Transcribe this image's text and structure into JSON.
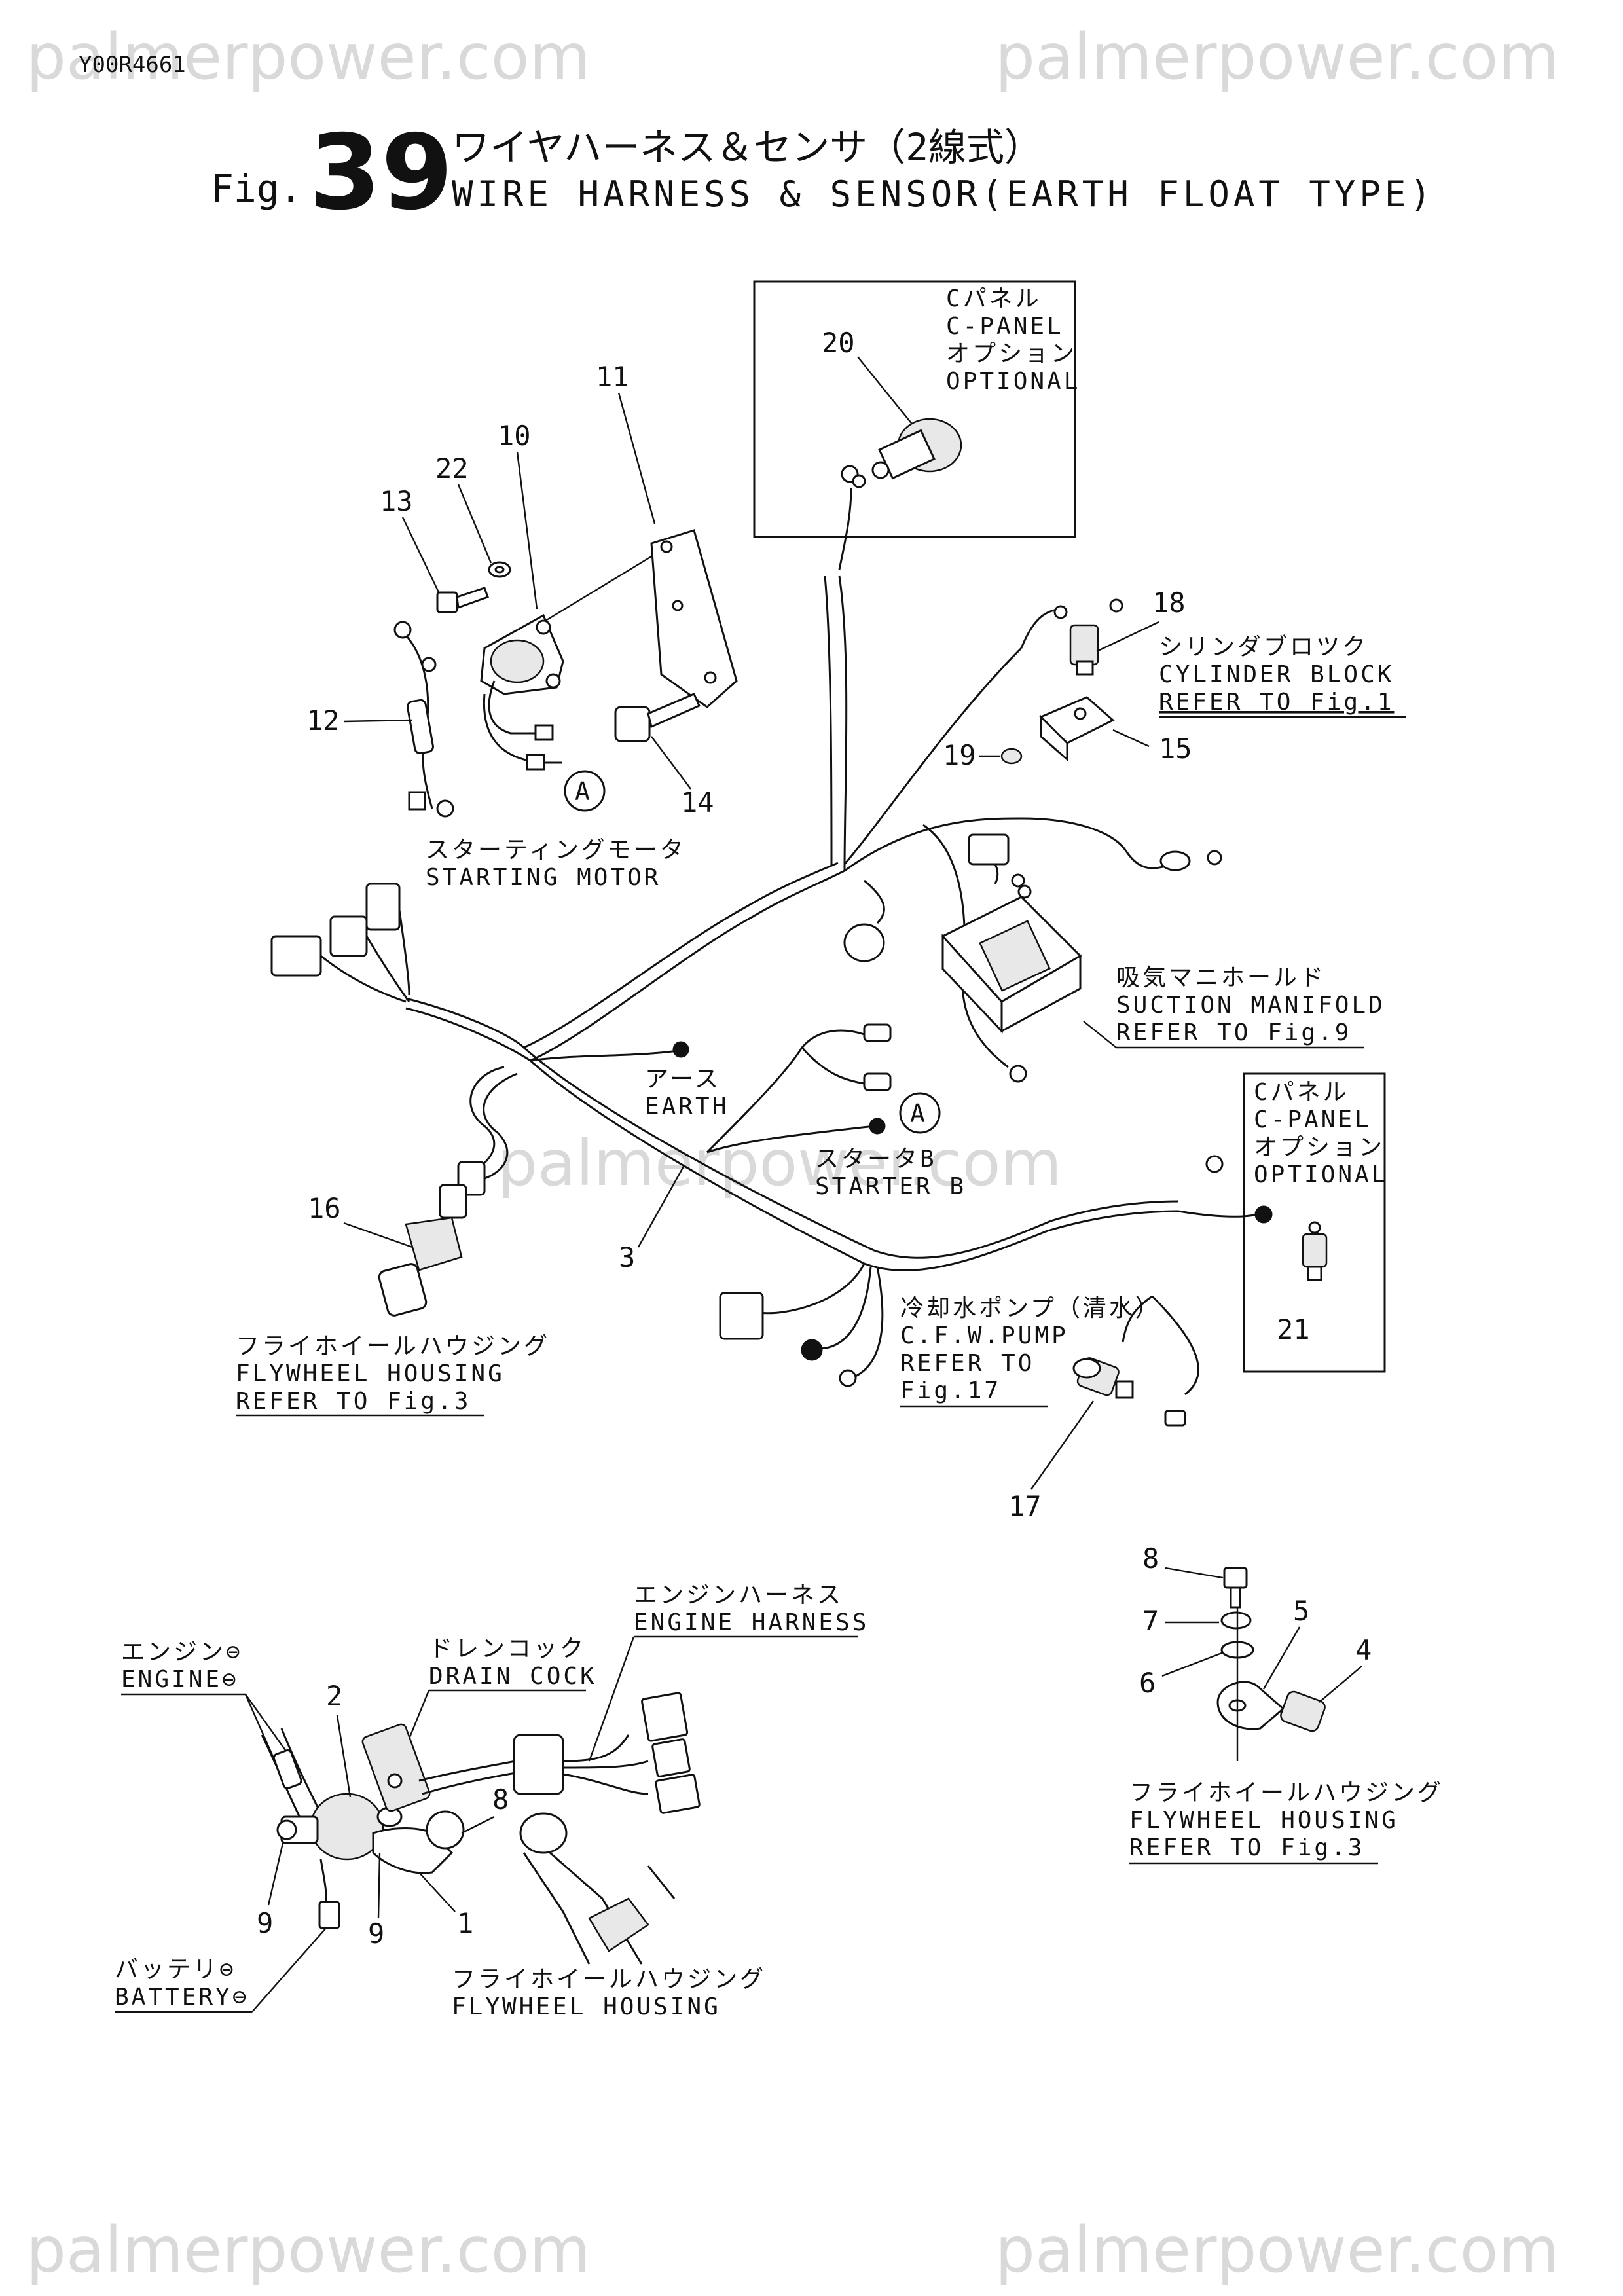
{
  "doc_code": "Y00R4661",
  "watermark": "palmerpower.com",
  "header": {
    "fig_prefix": "Fig.",
    "fig_number": "39",
    "title_jp": "ワイヤハーネス＆センサ（2線式）",
    "title_en": "WIRE HARNESS & SENSOR(EARTH FLOAT TYPE)"
  },
  "labels": {
    "c_panel_jp": "Cパネル",
    "c_panel_en": "C-PANEL",
    "optional_jp": "オプション",
    "optional_en": "OPTIONAL",
    "cyl_block_jp": "シリンダブロツク",
    "cyl_block_en": "CYLINDER BLOCK",
    "refer_fig1": "REFER TO Fig.1",
    "starting_motor_jp": "スターティングモータ",
    "starting_motor_en": "STARTING MOTOR",
    "suction_jp": "吸気マニホールド",
    "suction_en": "SUCTION MANIFOLD",
    "refer_fig9": "REFER TO Fig.9",
    "earth_jp": "アース",
    "earth_en": "EARTH",
    "starter_b_jp": "スタータB",
    "starter_b_en": "STARTER B",
    "flywheel_jp": "フライホイールハウジング",
    "flywheel_en": "FLYWHEEL HOUSING",
    "refer_fig3": "REFER TO Fig.3",
    "cfw_jp": "冷却水ポンプ（清水）",
    "cfw_en": "C.F.W.PUMP",
    "refer_to": "REFER TO",
    "fig17": "Fig.17",
    "engine_harness_jp": "エンジンハーネス",
    "engine_harness_en": "ENGINE HARNESS",
    "drain_cock_jp": "ドレンコック",
    "drain_cock_en": "DRAIN COCK",
    "engine_neg_jp": "エンジン⊖",
    "engine_neg_en": "ENGINE⊖",
    "battery_neg_jp": "バッテリ⊖",
    "battery_neg_en": "BATTERY⊖",
    "circle_a": "A"
  },
  "parts": {
    "p1": "1",
    "p2": "2",
    "p3": "3",
    "p4": "4",
    "p5": "5",
    "p6": "6",
    "p7": "7",
    "p8": "8",
    "p9": "9",
    "p10": "10",
    "p11": "11",
    "p12": "12",
    "p13": "13",
    "p14": "14",
    "p15": "15",
    "p16": "16",
    "p17": "17",
    "p18": "18",
    "p19": "19",
    "p20": "20",
    "p21": "21",
    "p22": "22"
  }
}
